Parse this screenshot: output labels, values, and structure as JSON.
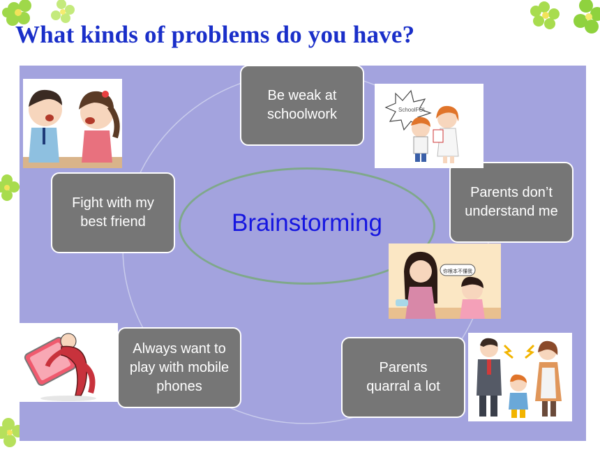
{
  "slide": {
    "title": "What kinds of problems do you have?",
    "center_label": "Brainstorming",
    "problems": [
      "Be weak at schoolwork",
      "Parents don’t understand me",
      "Parents quarral a lot",
      "Always want to play with mobile phones",
      "Fight with my best friend"
    ]
  },
  "pictures": {
    "shout_sign": "SchoolFOL",
    "speech_bubble": "你根本不懂我"
  },
  "colors": {
    "title": "#1a2fc9",
    "panel": "#a3a3de",
    "box": "#767676",
    "center_text": "#1616e0",
    "ellipse_border": "#7fa88a"
  },
  "icons": [
    "flower-icon",
    "arguing-kids-picture",
    "scolded-child-picture",
    "mother-child-picture",
    "quarreling-parents-picture",
    "phone-addict-picture"
  ]
}
